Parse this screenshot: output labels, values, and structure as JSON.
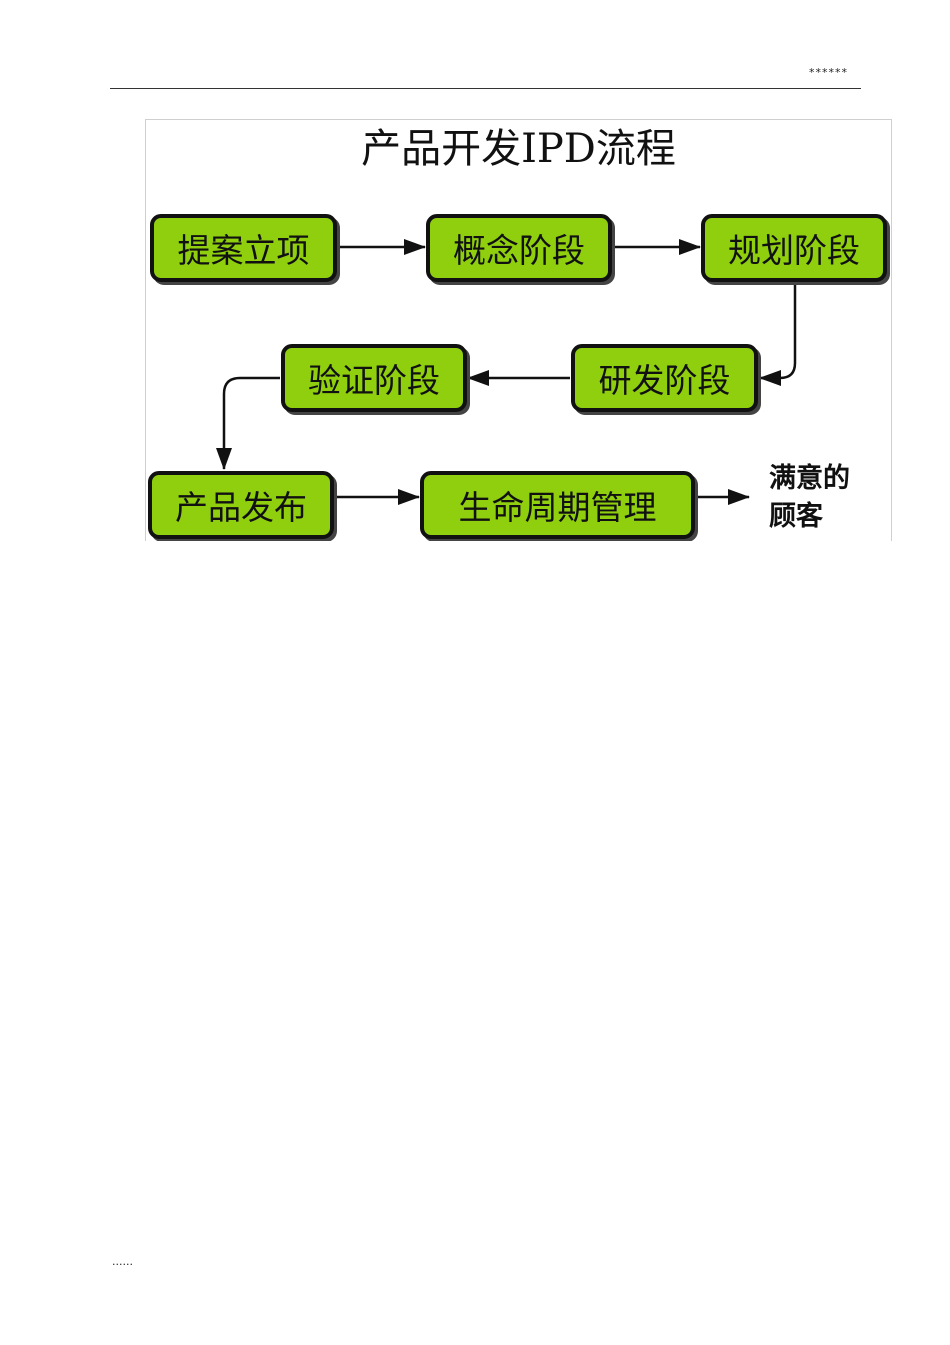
{
  "page": {
    "header_mark": "******",
    "footer_mark": "......"
  },
  "diagram": {
    "title": "产品开发IPD流程",
    "stages": [
      {
        "id": "proposal",
        "label": "提案立项"
      },
      {
        "id": "concept",
        "label": "概念阶段"
      },
      {
        "id": "planning",
        "label": "规划阶段"
      },
      {
        "id": "development",
        "label": "研发阶段"
      },
      {
        "id": "verification",
        "label": "验证阶段"
      },
      {
        "id": "release",
        "label": "产品发布"
      },
      {
        "id": "lifecycle",
        "label": "生命周期管理"
      }
    ],
    "outcome_line1": "满意的",
    "outcome_line2": "顾客",
    "edges": [
      [
        "proposal",
        "concept"
      ],
      [
        "concept",
        "planning"
      ],
      [
        "planning",
        "development"
      ],
      [
        "development",
        "verification"
      ],
      [
        "verification",
        "release"
      ],
      [
        "release",
        "lifecycle"
      ],
      [
        "lifecycle",
        "outcome"
      ]
    ],
    "colors": {
      "box_fill": "#8fcf0e",
      "box_border": "#111111",
      "arrow": "#111111"
    }
  }
}
